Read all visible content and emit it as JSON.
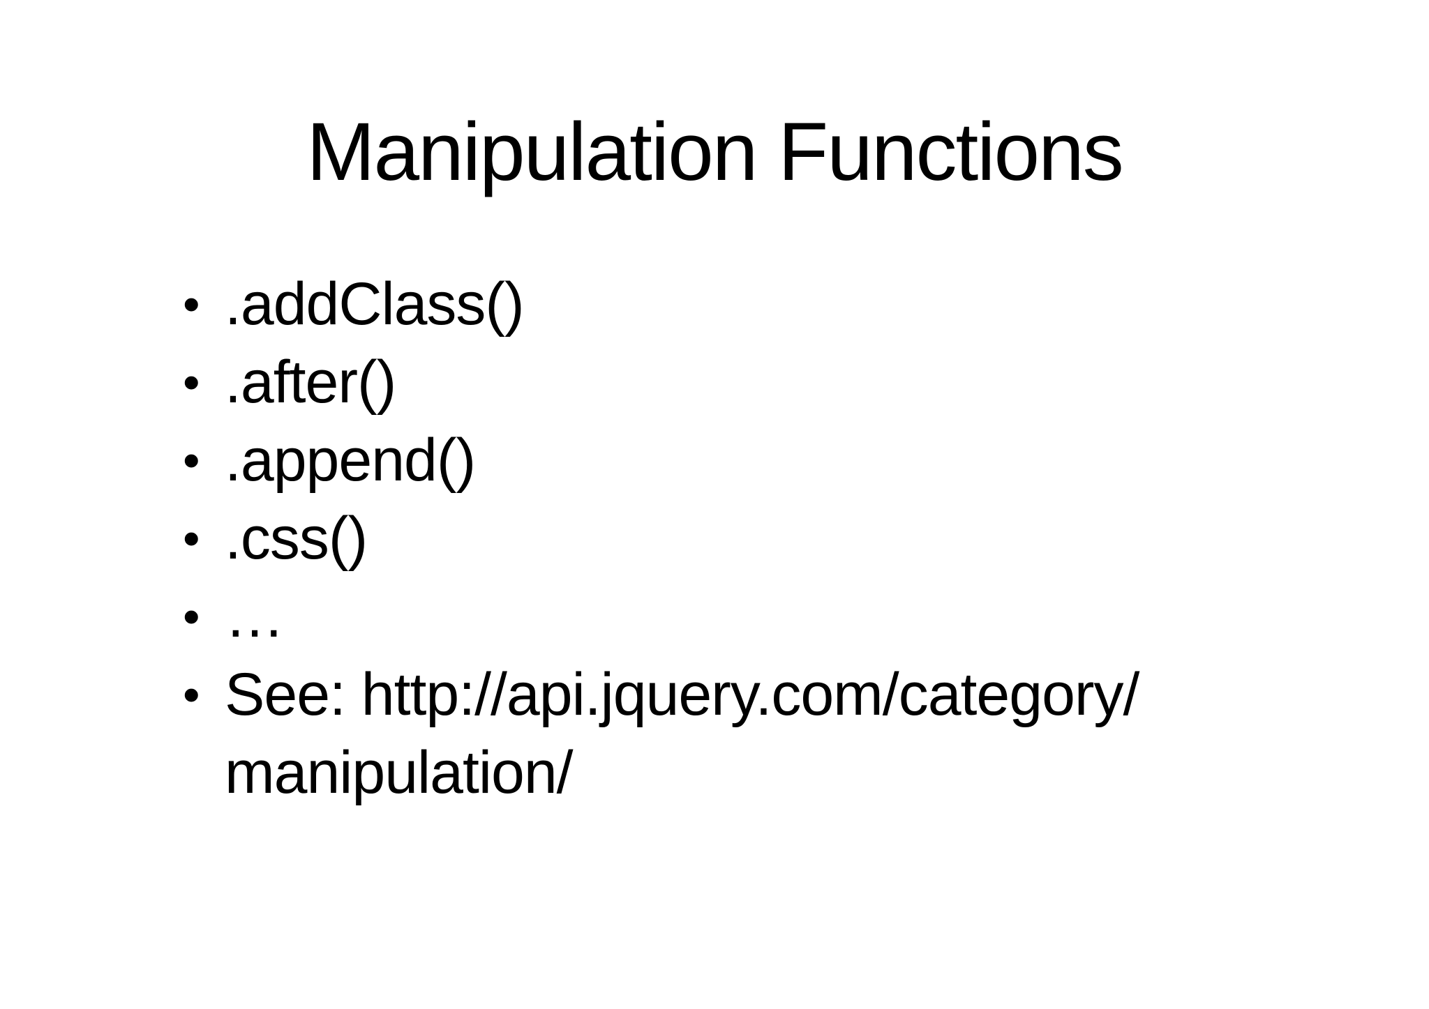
{
  "slide": {
    "title": "Manipulation Functions",
    "bullet_char": "•",
    "bullets": [
      {
        "label": ".addClass()"
      },
      {
        "label": ".after()"
      },
      {
        "label": ".append()"
      },
      {
        "label": ".css()"
      },
      {
        "label": "…"
      },
      {
        "label": "See: http://api.jquery.com/category/\nmanipulation/"
      }
    ],
    "colors": {
      "background": "#ffffff",
      "text": "#000000"
    }
  }
}
